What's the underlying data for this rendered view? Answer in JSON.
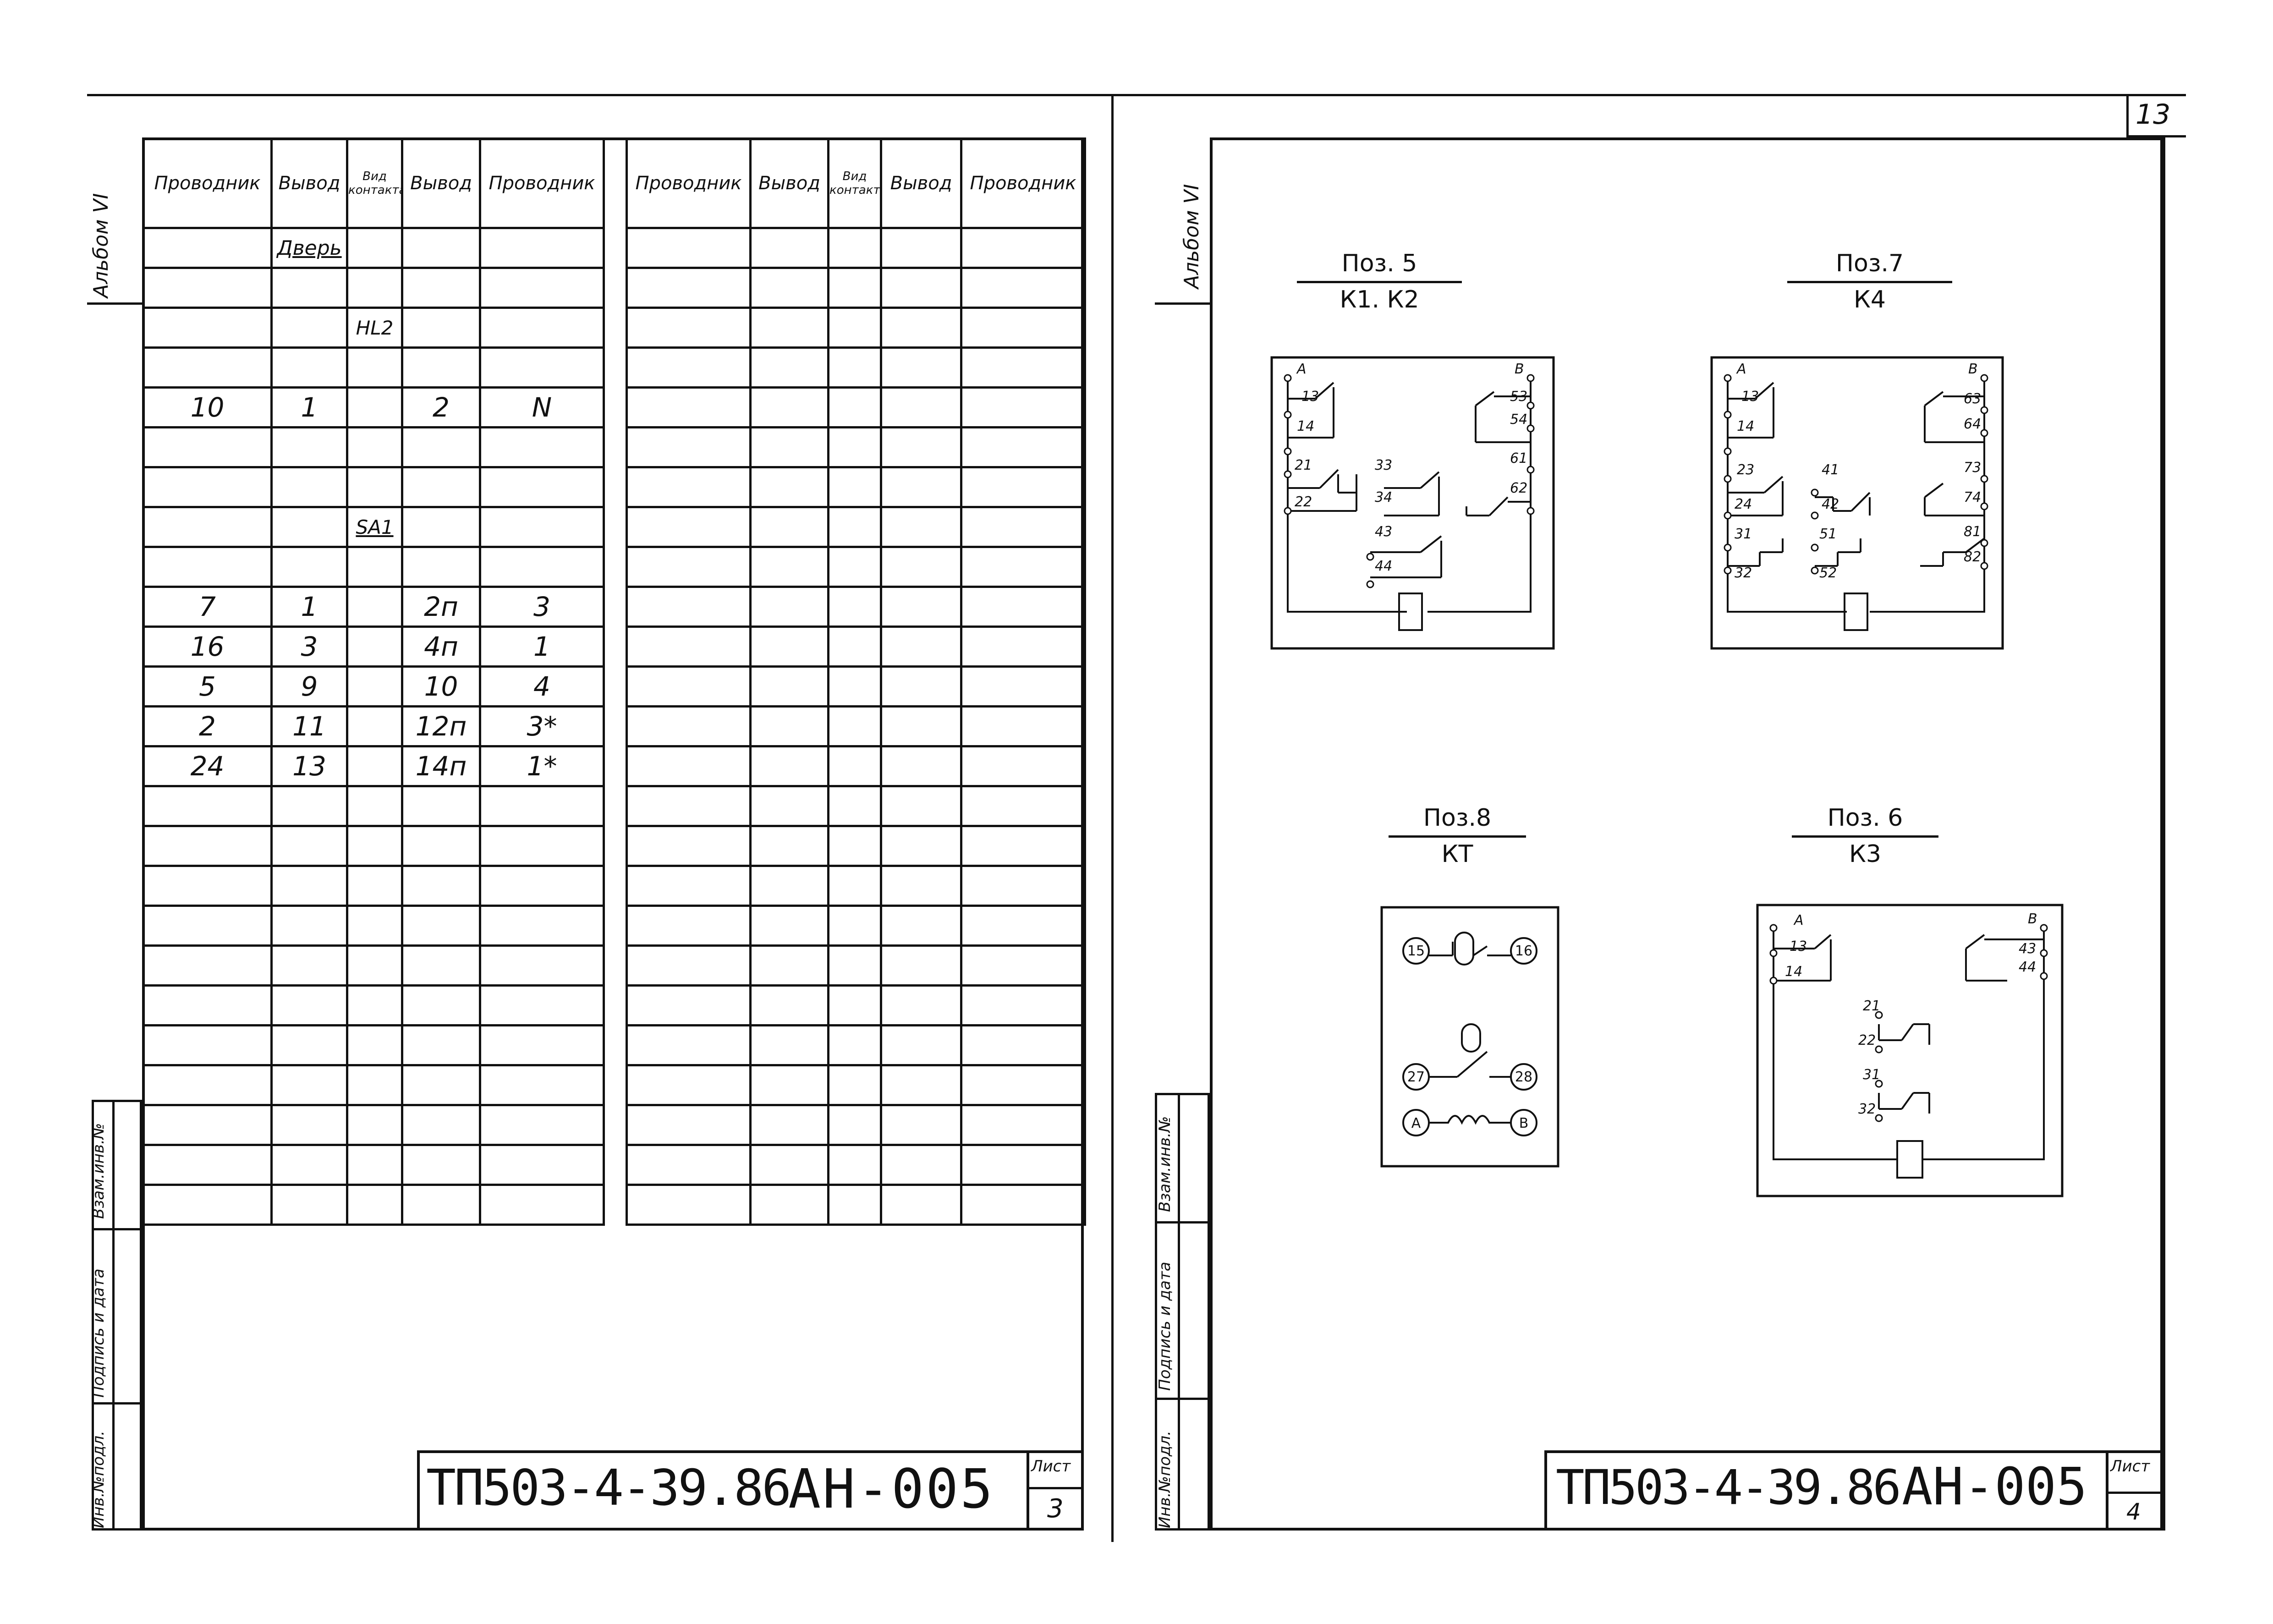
{
  "page_number": "13",
  "album_label": "Альбом VI",
  "side_labels": [
    "Инв.№подл.",
    "Подпись и дата",
    "Взам.инв.№"
  ],
  "left_sheet": {
    "headers": [
      "Проводник",
      "Вывод",
      "Вид контакта",
      "Вывод",
      "Проводник"
    ],
    "right_headers": [
      "Проводник",
      "Вывод",
      "Вид контакта",
      "Вывод",
      "Проводник"
    ],
    "rows": [
      [
        "",
        "Дверь",
        "",
        "",
        ""
      ],
      [
        "",
        "",
        "",
        "",
        ""
      ],
      [
        "",
        "",
        "HL2",
        "",
        ""
      ],
      [
        "",
        "",
        "",
        "",
        ""
      ],
      [
        "10",
        "1",
        "",
        "2",
        "N"
      ],
      [
        "",
        "",
        "",
        "",
        ""
      ],
      [
        "",
        "",
        "",
        "",
        ""
      ],
      [
        "",
        "",
        "SA1",
        "",
        ""
      ],
      [
        "",
        "",
        "",
        "",
        ""
      ],
      [
        "7",
        "1",
        "",
        "2п",
        "3"
      ],
      [
        "16",
        "3",
        "",
        "4п",
        "1"
      ],
      [
        "5",
        "9",
        "",
        "10",
        "4"
      ],
      [
        "2",
        "11",
        "",
        "12п",
        "3*"
      ],
      [
        "24",
        "13",
        "",
        "14п",
        "1*"
      ],
      [
        "",
        "",
        "",
        "",
        ""
      ],
      [
        "",
        "",
        "",
        "",
        ""
      ],
      [
        "",
        "",
        "",
        "",
        ""
      ],
      [
        "",
        "",
        "",
        "",
        ""
      ],
      [
        "",
        "",
        "",
        "",
        ""
      ],
      [
        "",
        "",
        "",
        "",
        ""
      ],
      [
        "",
        "",
        "",
        "",
        ""
      ],
      [
        "",
        "",
        "",
        "",
        ""
      ],
      [
        "",
        "",
        "",
        "",
        ""
      ],
      [
        "",
        "",
        "",
        "",
        ""
      ],
      [
        "",
        "",
        "",
        "",
        ""
      ]
    ],
    "stamp_code": "ТП503-4-39.86",
    "stamp_doc": "АН-005",
    "sheet_label": "Лист",
    "sheet_no": "3"
  },
  "right_sheet": {
    "pos5": {
      "title": "Поз. 5",
      "sub": "К1. К2",
      "terminals": [
        "A",
        "13",
        "14",
        "21",
        "22",
        "33",
        "34",
        "43",
        "44",
        "B",
        "53",
        "54",
        "61",
        "62"
      ]
    },
    "pos7": {
      "title": "Поз.7",
      "sub": "К4",
      "terminals": [
        "A",
        "13",
        "14",
        "23",
        "24",
        "41",
        "42",
        "31",
        "32",
        "51",
        "52",
        "B",
        "63",
        "64",
        "73",
        "74",
        "81",
        "82"
      ]
    },
    "pos8": {
      "title": "Поз.8",
      "sub": "КТ",
      "terminals": [
        "15",
        "16",
        "27",
        "28",
        "A",
        "B"
      ]
    },
    "pos6": {
      "title": "Поз. 6",
      "sub": "К3",
      "terminals": [
        "A",
        "13",
        "14",
        "21",
        "22",
        "31",
        "32",
        "B",
        "43",
        "44"
      ]
    },
    "stamp_code": "ТП503-4-39.86",
    "stamp_doc": "АН-005",
    "sheet_label": "Лист",
    "sheet_no": "4"
  }
}
